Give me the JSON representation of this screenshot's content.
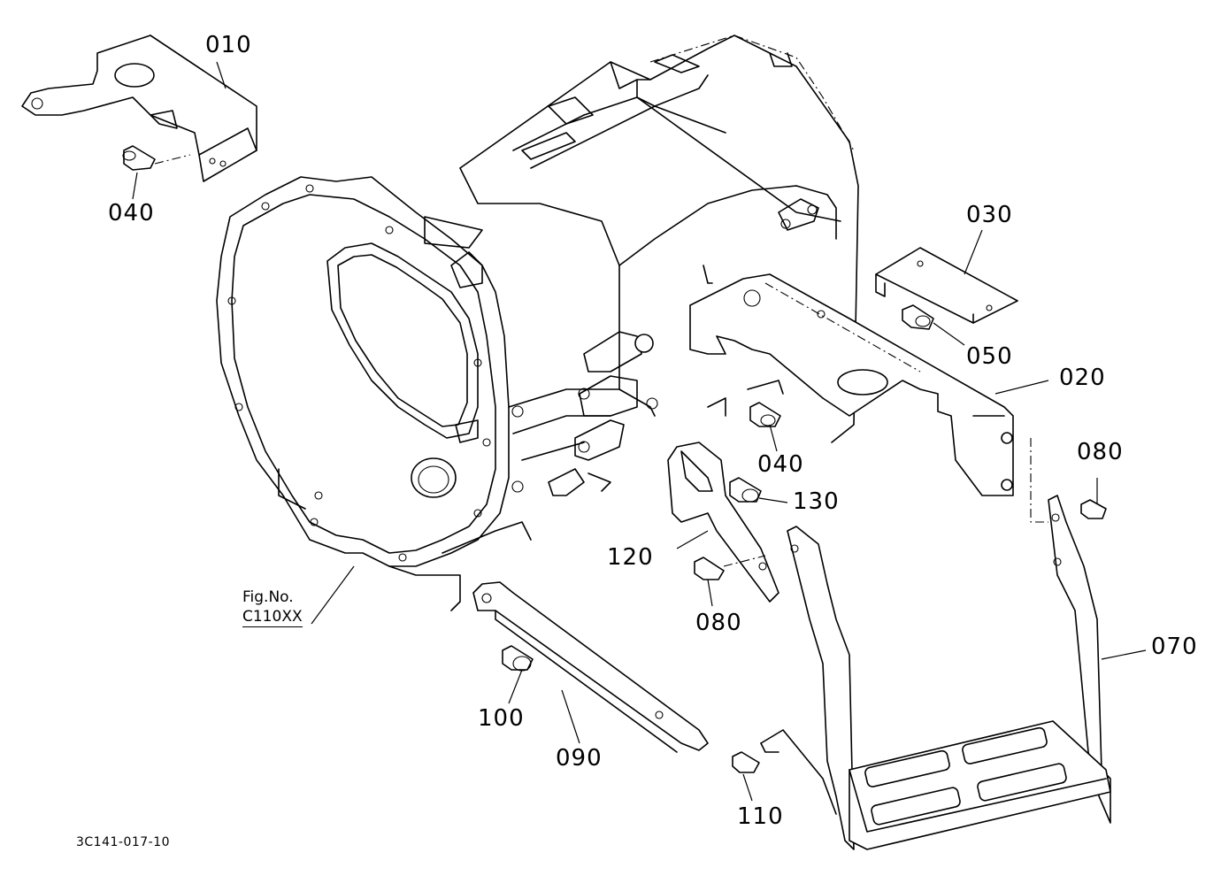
{
  "diagram": {
    "parts": [
      {
        "id": "p010",
        "label": "010"
      },
      {
        "id": "p040a",
        "label": "040"
      },
      {
        "id": "p030",
        "label": "030"
      },
      {
        "id": "p050",
        "label": "050"
      },
      {
        "id": "p020",
        "label": "020"
      },
      {
        "id": "p040b",
        "label": "040"
      },
      {
        "id": "p080a",
        "label": "080"
      },
      {
        "id": "p130",
        "label": "130"
      },
      {
        "id": "p120",
        "label": "120"
      },
      {
        "id": "p080b",
        "label": "080"
      },
      {
        "id": "p070",
        "label": "070"
      },
      {
        "id": "p100",
        "label": "100"
      },
      {
        "id": "p090",
        "label": "090"
      },
      {
        "id": "p110",
        "label": "110"
      }
    ],
    "fig_ref": {
      "line1": "Fig.No.",
      "line2": "C110XX"
    },
    "doc_code": "3C141-017-10"
  }
}
